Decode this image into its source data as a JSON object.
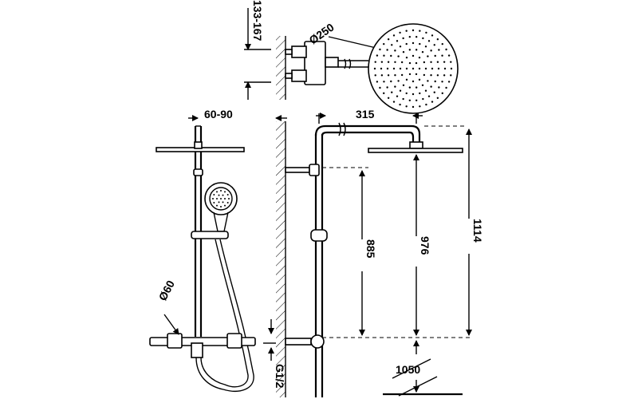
{
  "dimensions": {
    "wall_offset_range": "133-167",
    "head_diameter": "Ø250",
    "column_wall_gap": "60-90",
    "arm_length": "315",
    "thermostat_label": "Ø60",
    "inlet_thread": "G1/2",
    "height_885": "885",
    "height_976": "976",
    "height_1114": "1114",
    "floor_height": "1050"
  },
  "colors": {
    "ink": "#000000",
    "background": "#ffffff"
  }
}
